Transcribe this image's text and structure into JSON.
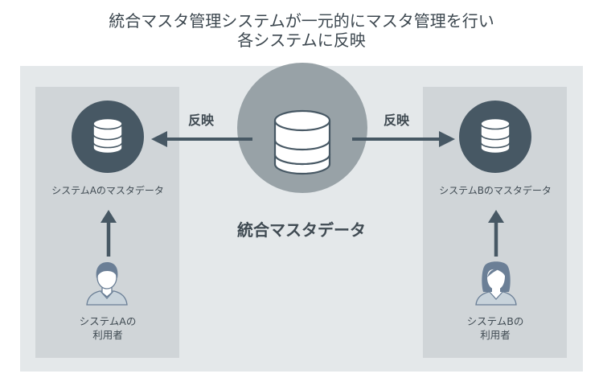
{
  "title": {
    "line1": "統合マスタ管理システムが一元的にマスタ管理を行い",
    "line2": "各システムに反映"
  },
  "center": {
    "label": "統合マスタデータ",
    "icon": "database-icon"
  },
  "arrows": {
    "left_label": "反映",
    "right_label": "反映"
  },
  "system_a": {
    "master_label": "システムAのマスタデータ",
    "user_label_line1": "システムAの",
    "user_label_line2": "利用者",
    "user_icon": "male-user-icon"
  },
  "system_b": {
    "master_label": "システムBのマスタデータ",
    "user_label_line1": "システムBの",
    "user_label_line2": "利用者",
    "user_icon": "female-user-icon"
  },
  "colors": {
    "outer_bg": "#e4e8ea",
    "panel_bg": "#d0d5d8",
    "dark": "#475864",
    "center_circle": "#98a2a7",
    "user_hair": "#6b7f96",
    "user_shirt": "#c8d3db"
  }
}
